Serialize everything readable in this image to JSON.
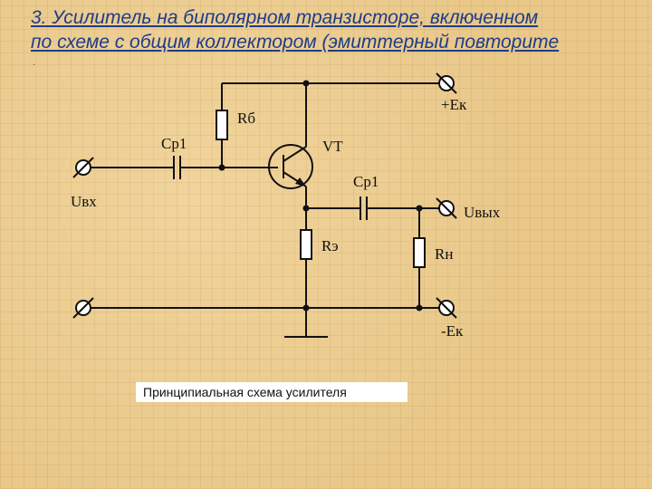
{
  "slide": {
    "title_line1": "3. Усилитель на биполярном транзисторе, включенном",
    "title_line2": " по схеме  с общим коллектором (эмиттерный повторите",
    "dot": ".",
    "caption": "Принципиальная схема усилителя"
  },
  "schematic": {
    "labels": {
      "rb": "Rб",
      "cp1_in": "Cp1",
      "vt": "VT",
      "cp1_out": "Cp1",
      "re": "Rэ",
      "rn": "Rн",
      "uin": "Uвх",
      "uout": "Uвых",
      "plus_ek": "+Eк",
      "minus_ek": "-Eк"
    },
    "colors": {
      "wire": "#111111",
      "title": "#1f3c88"
    }
  }
}
